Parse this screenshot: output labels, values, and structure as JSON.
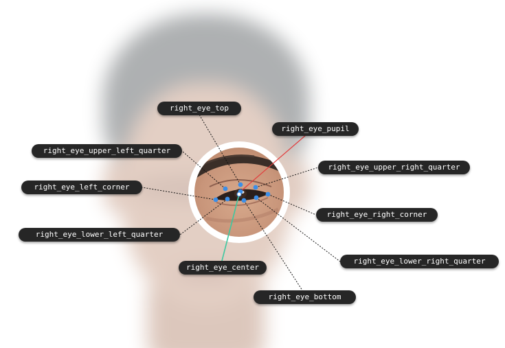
{
  "landmarks": [
    {
      "key": "top",
      "label": "right_eye_top"
    },
    {
      "key": "pupil",
      "label": "right_eye_pupil"
    },
    {
      "key": "upper_left_quarter",
      "label": "right_eye_upper_left_quarter"
    },
    {
      "key": "upper_right_quarter",
      "label": "right_eye_upper_right_quarter"
    },
    {
      "key": "left_corner",
      "label": "right_eye_left_corner"
    },
    {
      "key": "right_corner",
      "label": "right_eye_right_corner"
    },
    {
      "key": "lower_left_quarter",
      "label": "right_eye_lower_left_quarter"
    },
    {
      "key": "lower_right_quarter",
      "label": "right_eye_lower_right_quarter"
    },
    {
      "key": "center",
      "label": "right_eye_center"
    },
    {
      "key": "bottom",
      "label": "right_eye_bottom"
    }
  ],
  "colors": {
    "label_bg": "#262626",
    "label_text": "#ffffff",
    "point": "#3b8ee8",
    "pupil_line": "#e23b3b",
    "center_line": "#3cc8a0",
    "leader": "#111111",
    "ring": "#ffffff"
  }
}
